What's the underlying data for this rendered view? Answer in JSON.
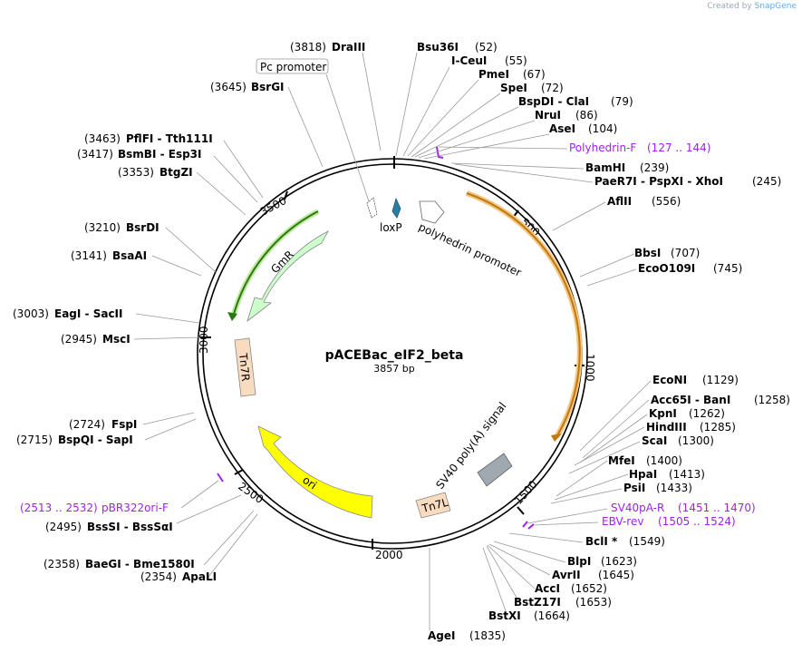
{
  "credit": {
    "prefix": "Created by",
    "brand": "SnapGene"
  },
  "plasmid": {
    "name": "pACEBac_eIF2_beta",
    "length": "3857 bp"
  },
  "ticks": [
    "500",
    "1000",
    "1500",
    "2000",
    "2500",
    "3000",
    "3500"
  ],
  "features": {
    "loxp": "loxP",
    "polyhedrin": "polyhedrin promoter",
    "sv40": "SV40 poly(A) signal",
    "tn7l": "Tn7L",
    "ori": "ori",
    "tn7r": "Tn7R",
    "gmr": "GmR",
    "pc": "Pc promoter"
  },
  "sites": {
    "draiii": {
      "name": "DraIII",
      "pos": "(3818)"
    },
    "bsu36i": {
      "name": "Bsu36I",
      "pos": "(52)"
    },
    "iceui": {
      "name": "I-CeuI",
      "pos": "(55)"
    },
    "pmei": {
      "name": "PmeI",
      "pos": "(67)"
    },
    "spei": {
      "name": "SpeI",
      "pos": "(72)"
    },
    "bspdi": {
      "name": "BspDI",
      "name2": "ClaI",
      "pos": "(79)"
    },
    "nrui": {
      "name": "NruI",
      "pos": "(86)"
    },
    "asei": {
      "name": "AseI",
      "pos": "(104)"
    },
    "bamhi": {
      "name": "BamHI",
      "pos": "(239)"
    },
    "paer7i": {
      "name": "PaeR7I",
      "name2": "PspXI",
      "name3": "XhoI",
      "pos": "(245)"
    },
    "aflii": {
      "name": "AflII",
      "pos": "(556)"
    },
    "bbsi": {
      "name": "BbsI",
      "pos": "(707)"
    },
    "ecoo109i": {
      "name": "EcoO109I",
      "pos": "(745)"
    },
    "econi": {
      "name": "EcoNI",
      "pos": "(1129)"
    },
    "acc65i": {
      "name": "Acc65I",
      "name2": "BanI",
      "pos": "(1258)"
    },
    "kpni": {
      "name": "KpnI",
      "pos": "(1262)"
    },
    "hindiii": {
      "name": "HindIII",
      "pos": "(1285)"
    },
    "scai": {
      "name": "ScaI",
      "pos": "(1300)"
    },
    "mfei": {
      "name": "MfeI",
      "pos": "(1400)"
    },
    "hpai": {
      "name": "HpaI",
      "pos": "(1413)"
    },
    "psii": {
      "name": "PsiI",
      "pos": "(1433)"
    },
    "bcli": {
      "name": "BclI *",
      "pos": "(1549)"
    },
    "blpi": {
      "name": "BlpI",
      "pos": "(1623)"
    },
    "avrii": {
      "name": "AvrII",
      "pos": "(1645)"
    },
    "acci": {
      "name": "AccI",
      "pos": "(1652)"
    },
    "bstz17i": {
      "name": "BstZ17I",
      "pos": "(1653)"
    },
    "bstxi": {
      "name": "BstXI",
      "pos": "(1664)"
    },
    "agei": {
      "name": "AgeI",
      "pos": "(1835)"
    },
    "bsrgi": {
      "name": "BsrGI",
      "pos": "(3645)"
    },
    "pflfi": {
      "name": "PflFI",
      "name2": "Tth111I",
      "pos": "(3463)"
    },
    "bsmbi": {
      "name": "BsmBI",
      "name2": "Esp3I",
      "pos": "(3417)"
    },
    "btgzi": {
      "name": "BtgZI",
      "pos": "(3353)"
    },
    "bsrdi": {
      "name": "BsrDI",
      "pos": "(3210)"
    },
    "bsaai": {
      "name": "BsaAI",
      "pos": "(3141)"
    },
    "eagi": {
      "name": "EagI",
      "name2": "SacII",
      "pos": "(3003)"
    },
    "msci": {
      "name": "MscI",
      "pos": "(2945)"
    },
    "fspi": {
      "name": "FspI",
      "pos": "(2724)"
    },
    "bspqi": {
      "name": "BspQI",
      "name2": "SapI",
      "pos": "(2715)"
    },
    "bsssi": {
      "name": "BssSI",
      "name2": "BssSαI",
      "pos": "(2495)"
    },
    "baegi": {
      "name": "BaeGI",
      "name2": "Bme1580I",
      "pos": "(2358)"
    },
    "apali": {
      "name": "ApaLI",
      "pos": "(2354)"
    }
  },
  "primers": {
    "polyhedrin_f": {
      "name": "Polyhedrin-F",
      "pos": "(127 .. 144)"
    },
    "sv40pa_r": {
      "name": "SV40pA-R",
      "pos": "(1451 .. 1470)"
    },
    "ebv_rev": {
      "name": "EBV-rev",
      "pos": "(1505 .. 1524)"
    },
    "pbr322ori_f": {
      "name": "pBR322ori-F",
      "pos": "(2513 .. 2532)"
    }
  },
  "colors": {
    "primer": "#a020f0",
    "polyhedrin_orf": "#f0a020",
    "gmr_orf": "#4caf20",
    "ori": "#ffff00",
    "tn7": "#f9dcc0",
    "sv40": "#a0a8b0",
    "loxp": "#2a7fa0",
    "gmr": "#ccffcc"
  }
}
